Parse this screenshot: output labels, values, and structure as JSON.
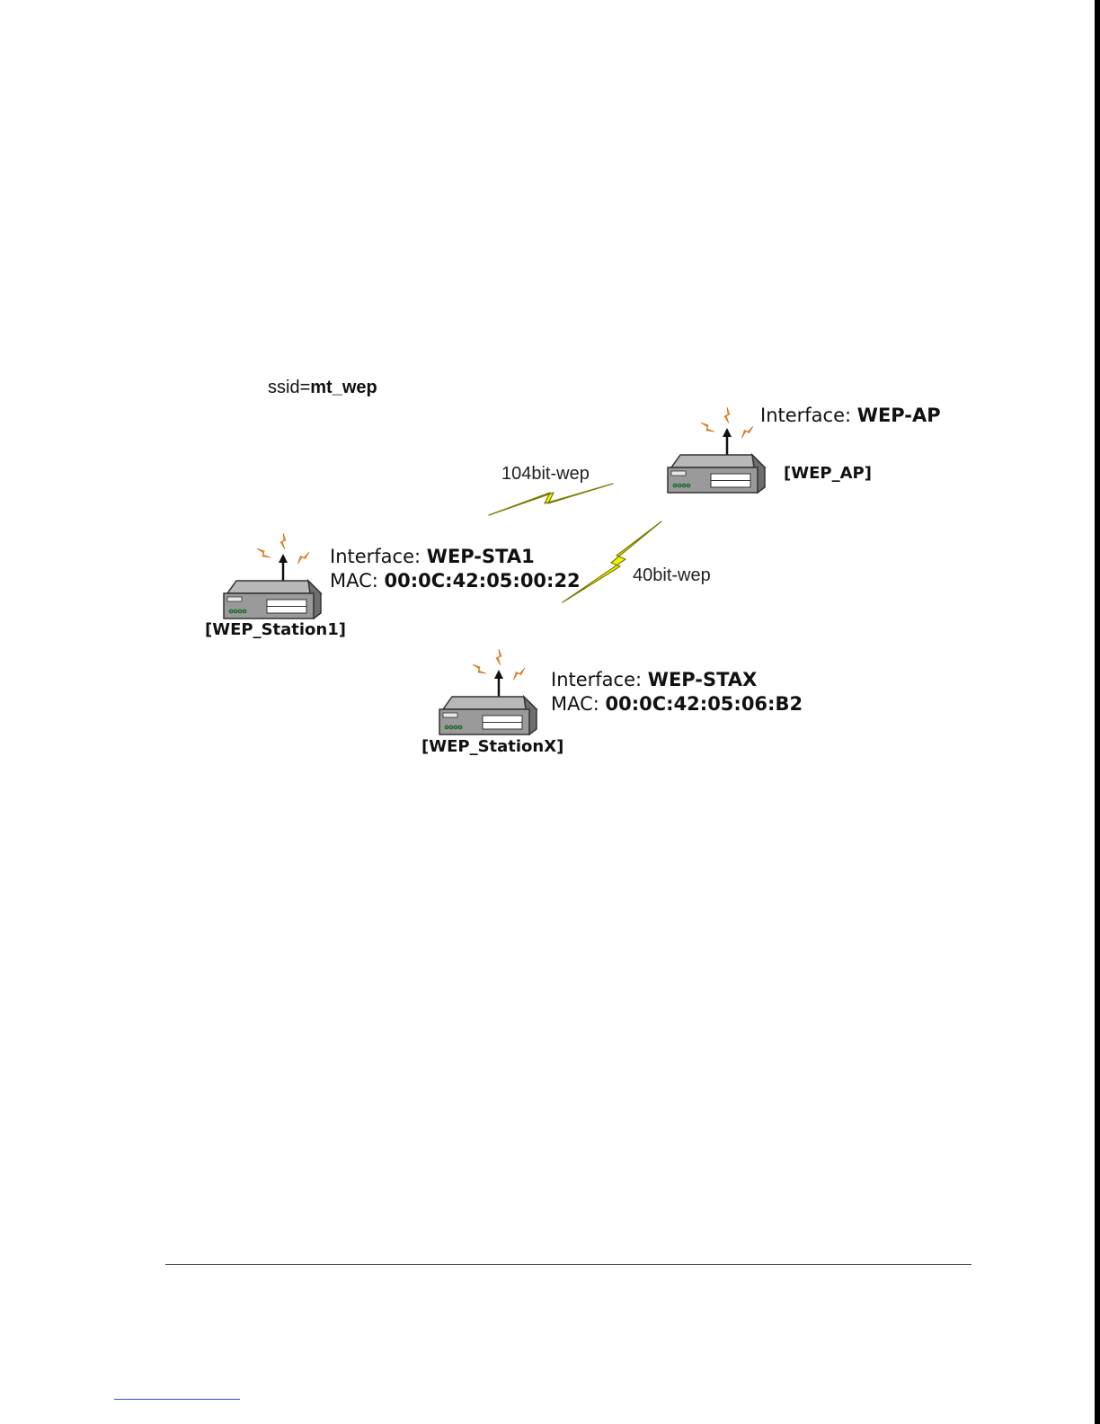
{
  "ssid": {
    "label": "ssid=",
    "value": "mt_wep"
  },
  "links": {
    "ap_station1": "104bit-wep",
    "ap_stationx": "40bit-wep"
  },
  "devices": {
    "ap": {
      "name": "[WEP_AP]",
      "interface_label": "Interface: ",
      "interface": "WEP-AP"
    },
    "station1": {
      "name": "[WEP_Station1]",
      "interface_label": "Interface: ",
      "interface": "WEP-STA1",
      "mac_label": "MAC: ",
      "mac": "00:0C:42:05:00:22"
    },
    "stationx": {
      "name": "[WEP_StationX]",
      "interface_label": "Interface: ",
      "interface": "WEP-STAX",
      "mac_label": "MAC: ",
      "mac": "00:0C:42:05:06:B2"
    }
  },
  "colors": {
    "lightning_fill": "#f2f20a",
    "lightning_stroke": "#7a7a00",
    "signal_orange": "#f08c2c",
    "device_gray": "#8c8c8c"
  }
}
